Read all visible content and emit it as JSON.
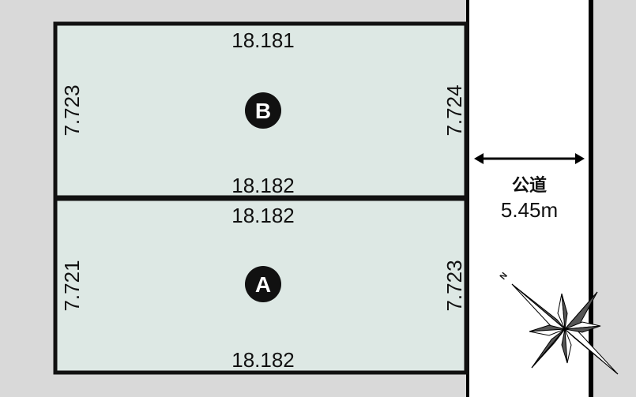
{
  "lots": [
    {
      "label": "B",
      "top": "18.181",
      "bottom": "18.182",
      "left": "7.723",
      "right": "7.724"
    },
    {
      "label": "A",
      "top": "18.182",
      "bottom": "18.182",
      "left": "7.721",
      "right": "7.723"
    }
  ],
  "road": {
    "name": "公道",
    "width": "5.45m"
  },
  "compass": {
    "north_label": "N"
  },
  "colors": {
    "lot_fill": "#dde8e4",
    "background": "#d9d9d9",
    "road": "#ffffff"
  }
}
